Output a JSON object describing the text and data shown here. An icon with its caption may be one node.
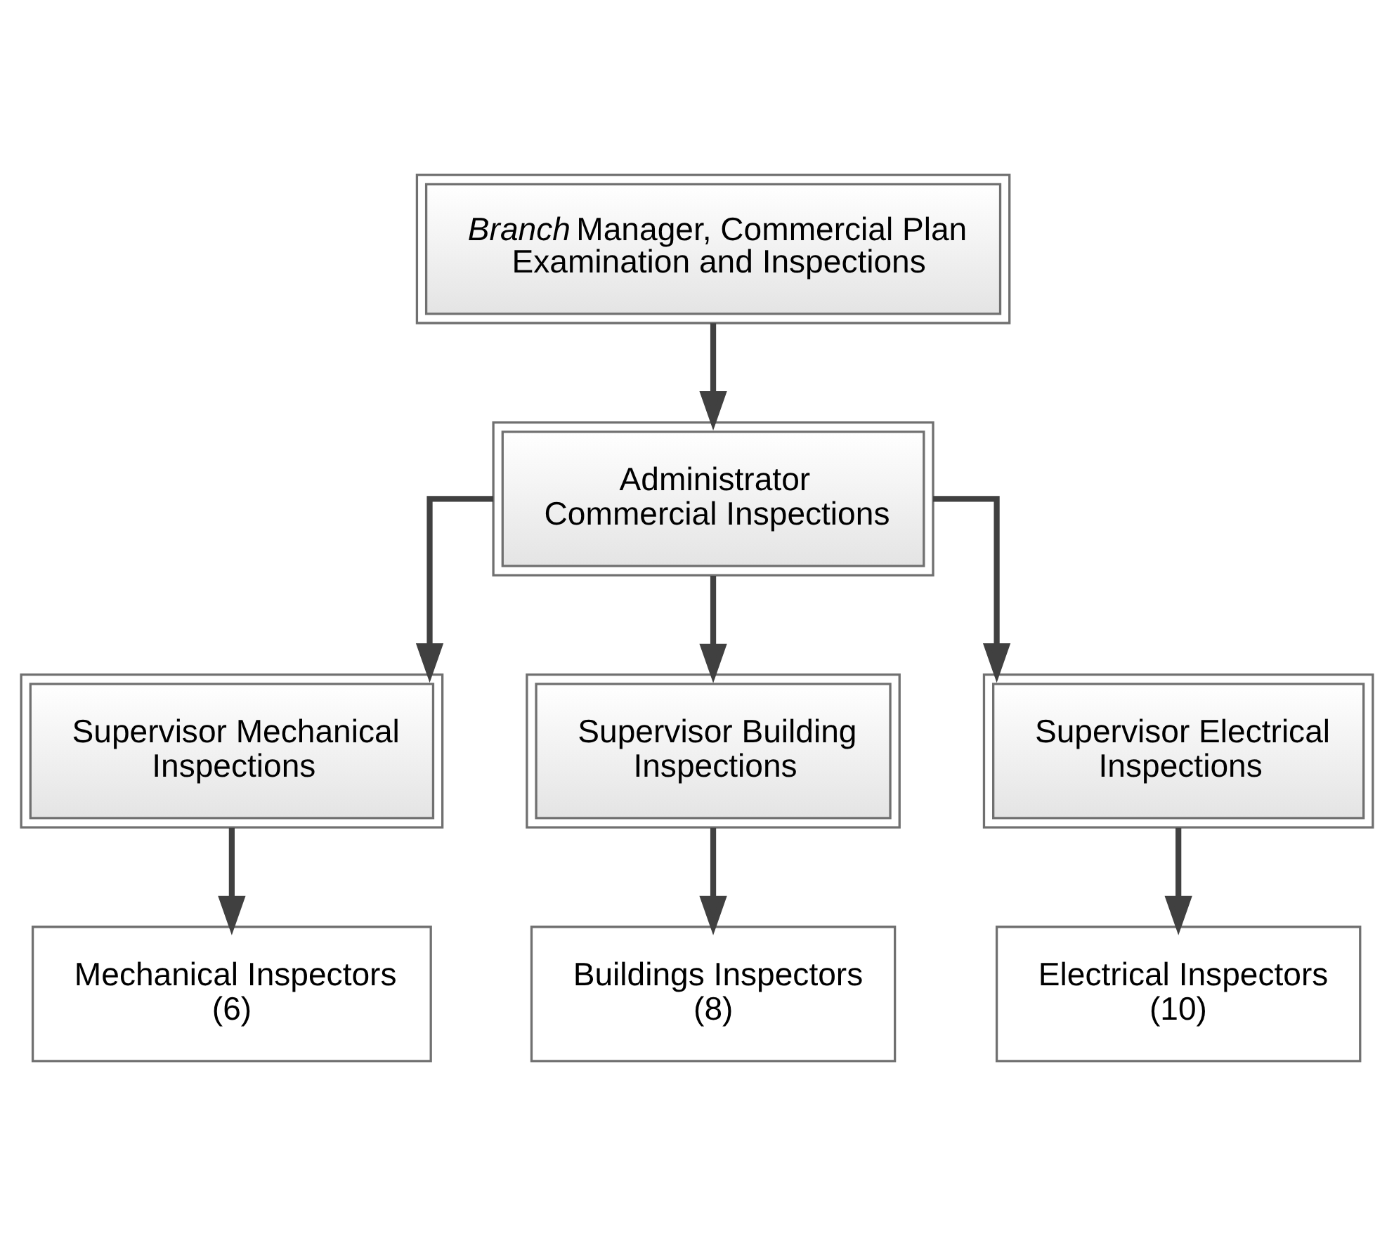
{
  "diagram": {
    "nodes": [
      {
        "text": [
          "*Branch* Manager, Commercial Plan Examination and Inspections"
        ]
      },
      {
        "text": [
          "Administrator Commercial Inspections"
        ]
      },
      {
        "text": [
          "Supervisor Mechanical Inspections"
        ]
      },
      {
        "text": [
          "Supervisor Building Inspections"
        ]
      },
      {
        "text": [
          "Supervisor Electrical Inspections"
        ]
      },
      {
        "text": [
          "Mechanical Inspectors (6)"
        ]
      },
      {
        "text": [
          "Buildings Inspectors (8)"
        ]
      },
      {
        "text": [
          "Electrical Inspectors (10)"
        ]
      }
    ],
    "edges": [
      {
        "from": 0,
        "to": 1,
        "arrow": "to"
      },
      {
        "from": 1,
        "to": 2,
        "arrow": "to"
      },
      {
        "from": 1,
        "to": 3,
        "arrow": "to"
      },
      {
        "from": 1,
        "to": 4,
        "arrow": "to"
      },
      {
        "from": 2,
        "to": 5,
        "arrow": "to"
      },
      {
        "from": 3,
        "to": 6,
        "arrow": "to"
      },
      {
        "from": 4,
        "to": 7,
        "arrow": "to"
      }
    ]
  }
}
